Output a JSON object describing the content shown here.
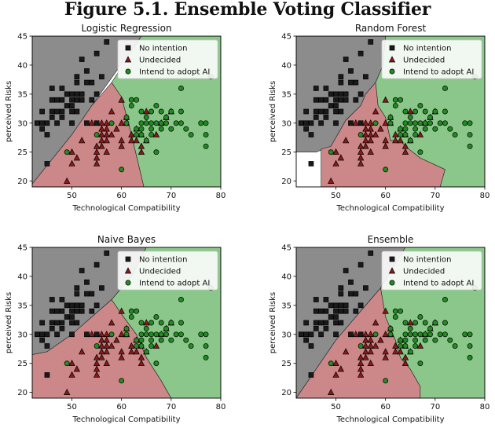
{
  "page": {
    "title": "Figure 5.1. Ensemble Voting Classifier"
  },
  "colors": {
    "no_intention_region": "#8c8c8c",
    "undecided_region": "#cc8888",
    "adopt_region": "#8bc78b",
    "no_intention_marker": "#1a1a1a",
    "undecided_marker": "#8b1a1a",
    "adopt_marker": "#228b22",
    "marker_edge": "#000000"
  },
  "legend": {
    "placement": "top-right",
    "entries": [
      {
        "key": "no_intention",
        "label": "No intention",
        "marker": "square"
      },
      {
        "key": "undecided",
        "label": "Undecided",
        "marker": "triangle"
      },
      {
        "key": "adopt",
        "label": "Intend to adopt AI",
        "marker": "circle"
      }
    ]
  },
  "chart_data": [
    {
      "type": "scatter",
      "title": "Logistic Regression",
      "xlabel": "Technological Compatibility",
      "ylabel": "perceived Risks",
      "xlim": [
        42,
        80
      ],
      "ylim": [
        19,
        45
      ],
      "xticks": [
        50,
        60,
        70,
        80
      ],
      "yticks": [
        20,
        25,
        30,
        35,
        40,
        45
      ],
      "regions": [
        {
          "class": "no_intention",
          "polygon": [
            [
              42,
              45
            ],
            [
              64,
              45
            ],
            [
              54,
              33
            ],
            [
              50,
              28
            ],
            [
              42,
              19.5
            ]
          ]
        },
        {
          "class": "undecided",
          "polygon": [
            [
              42,
              19
            ],
            [
              42,
              19.5
            ],
            [
              50,
              28
            ],
            [
              54,
              33
            ],
            [
              58,
              37
            ],
            [
              60,
              34.5
            ],
            [
              62,
              28
            ],
            [
              64.5,
              19
            ]
          ]
        },
        {
          "class": "adopt",
          "polygon": [
            [
              64,
              45
            ],
            [
              80,
              45
            ],
            [
              80,
              19
            ],
            [
              64.5,
              19
            ],
            [
              62,
              28
            ],
            [
              60,
              34.5
            ],
            [
              58,
              37
            ]
          ]
        }
      ]
    },
    {
      "type": "scatter",
      "title": "Random Forest",
      "xlabel": "Technological Compatibility",
      "ylabel": "perceived Risks",
      "xlim": [
        42,
        80
      ],
      "ylim": [
        19,
        45
      ],
      "xticks": [
        50,
        60,
        70,
        80
      ],
      "yticks": [
        20,
        25,
        30,
        35,
        40,
        45
      ],
      "regions": [
        {
          "class": "no_intention",
          "polygon": [
            [
              42,
              45
            ],
            [
              60,
              45
            ],
            [
              59.5,
              40
            ],
            [
              58,
              37
            ],
            [
              56,
              35
            ],
            [
              55,
              33
            ],
            [
              52,
              30.5
            ],
            [
              49,
              26
            ],
            [
              46,
              25
            ],
            [
              42,
              25
            ]
          ]
        },
        {
          "class": "undecided",
          "polygon": [
            [
              47,
              19
            ],
            [
              47,
              25.5
            ],
            [
              49,
              26
            ],
            [
              52,
              30.5
            ],
            [
              55,
              33
            ],
            [
              56,
              35
            ],
            [
              58,
              37
            ],
            [
              58.5,
              33
            ],
            [
              60,
              31
            ],
            [
              61,
              27
            ],
            [
              63,
              27
            ],
            [
              64,
              26
            ],
            [
              67,
              24
            ],
            [
              72,
              22
            ],
            [
              71,
              19
            ]
          ]
        },
        {
          "class": "adopt",
          "polygon": [
            [
              60,
              45
            ],
            [
              80,
              45
            ],
            [
              80,
              19
            ],
            [
              71,
              19
            ],
            [
              72,
              22
            ],
            [
              67,
              24
            ],
            [
              64,
              26
            ],
            [
              63,
              27
            ],
            [
              61,
              27
            ],
            [
              60,
              31
            ],
            [
              58.5,
              33
            ],
            [
              58,
              37
            ],
            [
              59.5,
              40
            ]
          ]
        }
      ]
    },
    {
      "type": "scatter",
      "title": "Naive Bayes",
      "xlabel": "Technological Compatibility",
      "ylabel": "perceived Risks",
      "xlim": [
        42,
        80
      ],
      "ylim": [
        19,
        45
      ],
      "xticks": [
        50,
        60,
        70,
        80
      ],
      "yticks": [
        20,
        25,
        30,
        35,
        40,
        45
      ],
      "regions": [
        {
          "class": "no_intention",
          "polygon": [
            [
              42,
              45
            ],
            [
              65,
              45
            ],
            [
              62,
              40
            ],
            [
              58,
              36
            ],
            [
              54,
              33
            ],
            [
              50,
              30
            ],
            [
              45,
              27
            ],
            [
              42,
              26.5
            ]
          ]
        },
        {
          "class": "undecided",
          "polygon": [
            [
              42,
              19
            ],
            [
              42,
              26.5
            ],
            [
              45,
              27
            ],
            [
              50,
              30
            ],
            [
              54,
              33
            ],
            [
              58,
              36
            ],
            [
              60,
              33.5
            ],
            [
              63,
              30
            ],
            [
              65,
              26
            ],
            [
              68,
              22
            ],
            [
              70,
              19
            ]
          ]
        },
        {
          "class": "adopt",
          "polygon": [
            [
              65,
              45
            ],
            [
              80,
              45
            ],
            [
              80,
              19
            ],
            [
              70,
              19
            ],
            [
              68,
              22
            ],
            [
              65,
              26
            ],
            [
              63,
              30
            ],
            [
              60,
              33.5
            ],
            [
              58,
              36
            ],
            [
              62,
              40
            ]
          ]
        }
      ]
    },
    {
      "type": "scatter",
      "title": "Ensemble",
      "xlabel": "Technological Compatibility",
      "ylabel": "perceived Risks",
      "xlim": [
        42,
        80
      ],
      "ylim": [
        19,
        45
      ],
      "xticks": [
        50,
        60,
        70,
        80
      ],
      "yticks": [
        20,
        25,
        30,
        35,
        40,
        45
      ],
      "regions": [
        {
          "class": "no_intention",
          "polygon": [
            [
              42,
              45
            ],
            [
              64,
              45
            ],
            [
              59,
              38
            ],
            [
              57,
              36
            ],
            [
              54,
              33
            ],
            [
              50,
              29
            ],
            [
              46,
              24
            ],
            [
              42,
              19
            ]
          ]
        },
        {
          "class": "undecided",
          "polygon": [
            [
              42,
              19
            ],
            [
              46,
              24
            ],
            [
              50,
              29
            ],
            [
              54,
              33
            ],
            [
              57,
              36
            ],
            [
              59,
              38
            ],
            [
              60,
              33
            ],
            [
              62,
              29
            ],
            [
              63,
              26
            ],
            [
              65,
              24
            ],
            [
              67,
              21
            ],
            [
              67,
              19
            ]
          ]
        },
        {
          "class": "adopt",
          "polygon": [
            [
              64,
              45
            ],
            [
              80,
              45
            ],
            [
              80,
              19
            ],
            [
              67,
              19
            ],
            [
              67,
              21
            ],
            [
              65,
              24
            ],
            [
              63,
              26
            ],
            [
              62,
              29
            ],
            [
              60,
              33
            ],
            [
              59,
              38
            ]
          ]
        }
      ]
    }
  ],
  "points": {
    "no_intention": [
      [
        43,
        30
      ],
      [
        44,
        30
      ],
      [
        44,
        29
      ],
      [
        44,
        32
      ],
      [
        45,
        30
      ],
      [
        45,
        28
      ],
      [
        45,
        23
      ],
      [
        46,
        34
      ],
      [
        46,
        32
      ],
      [
        46,
        31
      ],
      [
        46,
        36
      ],
      [
        47,
        34
      ],
      [
        47,
        32
      ],
      [
        48,
        31
      ],
      [
        48,
        32
      ],
      [
        48,
        34
      ],
      [
        48,
        36
      ],
      [
        49,
        33
      ],
      [
        49,
        35
      ],
      [
        50,
        34
      ],
      [
        50,
        35
      ],
      [
        50,
        33
      ],
      [
        50,
        32
      ],
      [
        51,
        34
      ],
      [
        51,
        35
      ],
      [
        51,
        32
      ],
      [
        51,
        37
      ],
      [
        51,
        38
      ],
      [
        52,
        35
      ],
      [
        52,
        41
      ],
      [
        52,
        34
      ],
      [
        53,
        37
      ],
      [
        53,
        30
      ],
      [
        53,
        39
      ],
      [
        54,
        37
      ],
      [
        54,
        34
      ],
      [
        55,
        42
      ],
      [
        55,
        35
      ],
      [
        55,
        30
      ],
      [
        56,
        38
      ],
      [
        57,
        44
      ],
      [
        50,
        30
      ],
      [
        47,
        30
      ]
    ],
    "undecided": [
      [
        49,
        20
      ],
      [
        50,
        23
      ],
      [
        50,
        25
      ],
      [
        51,
        24
      ],
      [
        52,
        27
      ],
      [
        54,
        30
      ],
      [
        55,
        26
      ],
      [
        55,
        25
      ],
      [
        55,
        24
      ],
      [
        55,
        23
      ],
      [
        56,
        28
      ],
      [
        56,
        27
      ],
      [
        56,
        30
      ],
      [
        56,
        29
      ],
      [
        56,
        26
      ],
      [
        57,
        30
      ],
      [
        57,
        29
      ],
      [
        57,
        28
      ],
      [
        57,
        27
      ],
      [
        57,
        25
      ],
      [
        58,
        32
      ],
      [
        58,
        28
      ],
      [
        59,
        29
      ],
      [
        60,
        26
      ],
      [
        60,
        30
      ],
      [
        60,
        34
      ],
      [
        60,
        27
      ],
      [
        61,
        31
      ],
      [
        61,
        30
      ],
      [
        62,
        28
      ],
      [
        62,
        27
      ],
      [
        63,
        29
      ],
      [
        63,
        27
      ],
      [
        64,
        28
      ],
      [
        64,
        25
      ],
      [
        64,
        26
      ],
      [
        65,
        27
      ],
      [
        67,
        28
      ],
      [
        68,
        30
      ],
      [
        69,
        31
      ],
      [
        70,
        32
      ],
      [
        65,
        32
      ]
    ],
    "adopt": [
      [
        49,
        25
      ],
      [
        55,
        28
      ],
      [
        58,
        30
      ],
      [
        60,
        22
      ],
      [
        61,
        31
      ],
      [
        61,
        30
      ],
      [
        62,
        33
      ],
      [
        62,
        34
      ],
      [
        63,
        34
      ],
      [
        63,
        29
      ],
      [
        63,
        28
      ],
      [
        64,
        32
      ],
      [
        64,
        30
      ],
      [
        64,
        29
      ],
      [
        64,
        28
      ],
      [
        65,
        27
      ],
      [
        65,
        31
      ],
      [
        65,
        30
      ],
      [
        66,
        28
      ],
      [
        66,
        32
      ],
      [
        66,
        30
      ],
      [
        67,
        33
      ],
      [
        67,
        30
      ],
      [
        67,
        25
      ],
      [
        68,
        32
      ],
      [
        68,
        30
      ],
      [
        69,
        31
      ],
      [
        69,
        30
      ],
      [
        70,
        32
      ],
      [
        70,
        29
      ],
      [
        71,
        30
      ],
      [
        72,
        36
      ],
      [
        72,
        32
      ],
      [
        72,
        30
      ],
      [
        73,
        29
      ],
      [
        74,
        28
      ],
      [
        76,
        30
      ],
      [
        77,
        30
      ],
      [
        77,
        28
      ],
      [
        77,
        26
      ],
      [
        78,
        38
      ],
      [
        66,
        29
      ],
      [
        68,
        29
      ]
    ]
  }
}
